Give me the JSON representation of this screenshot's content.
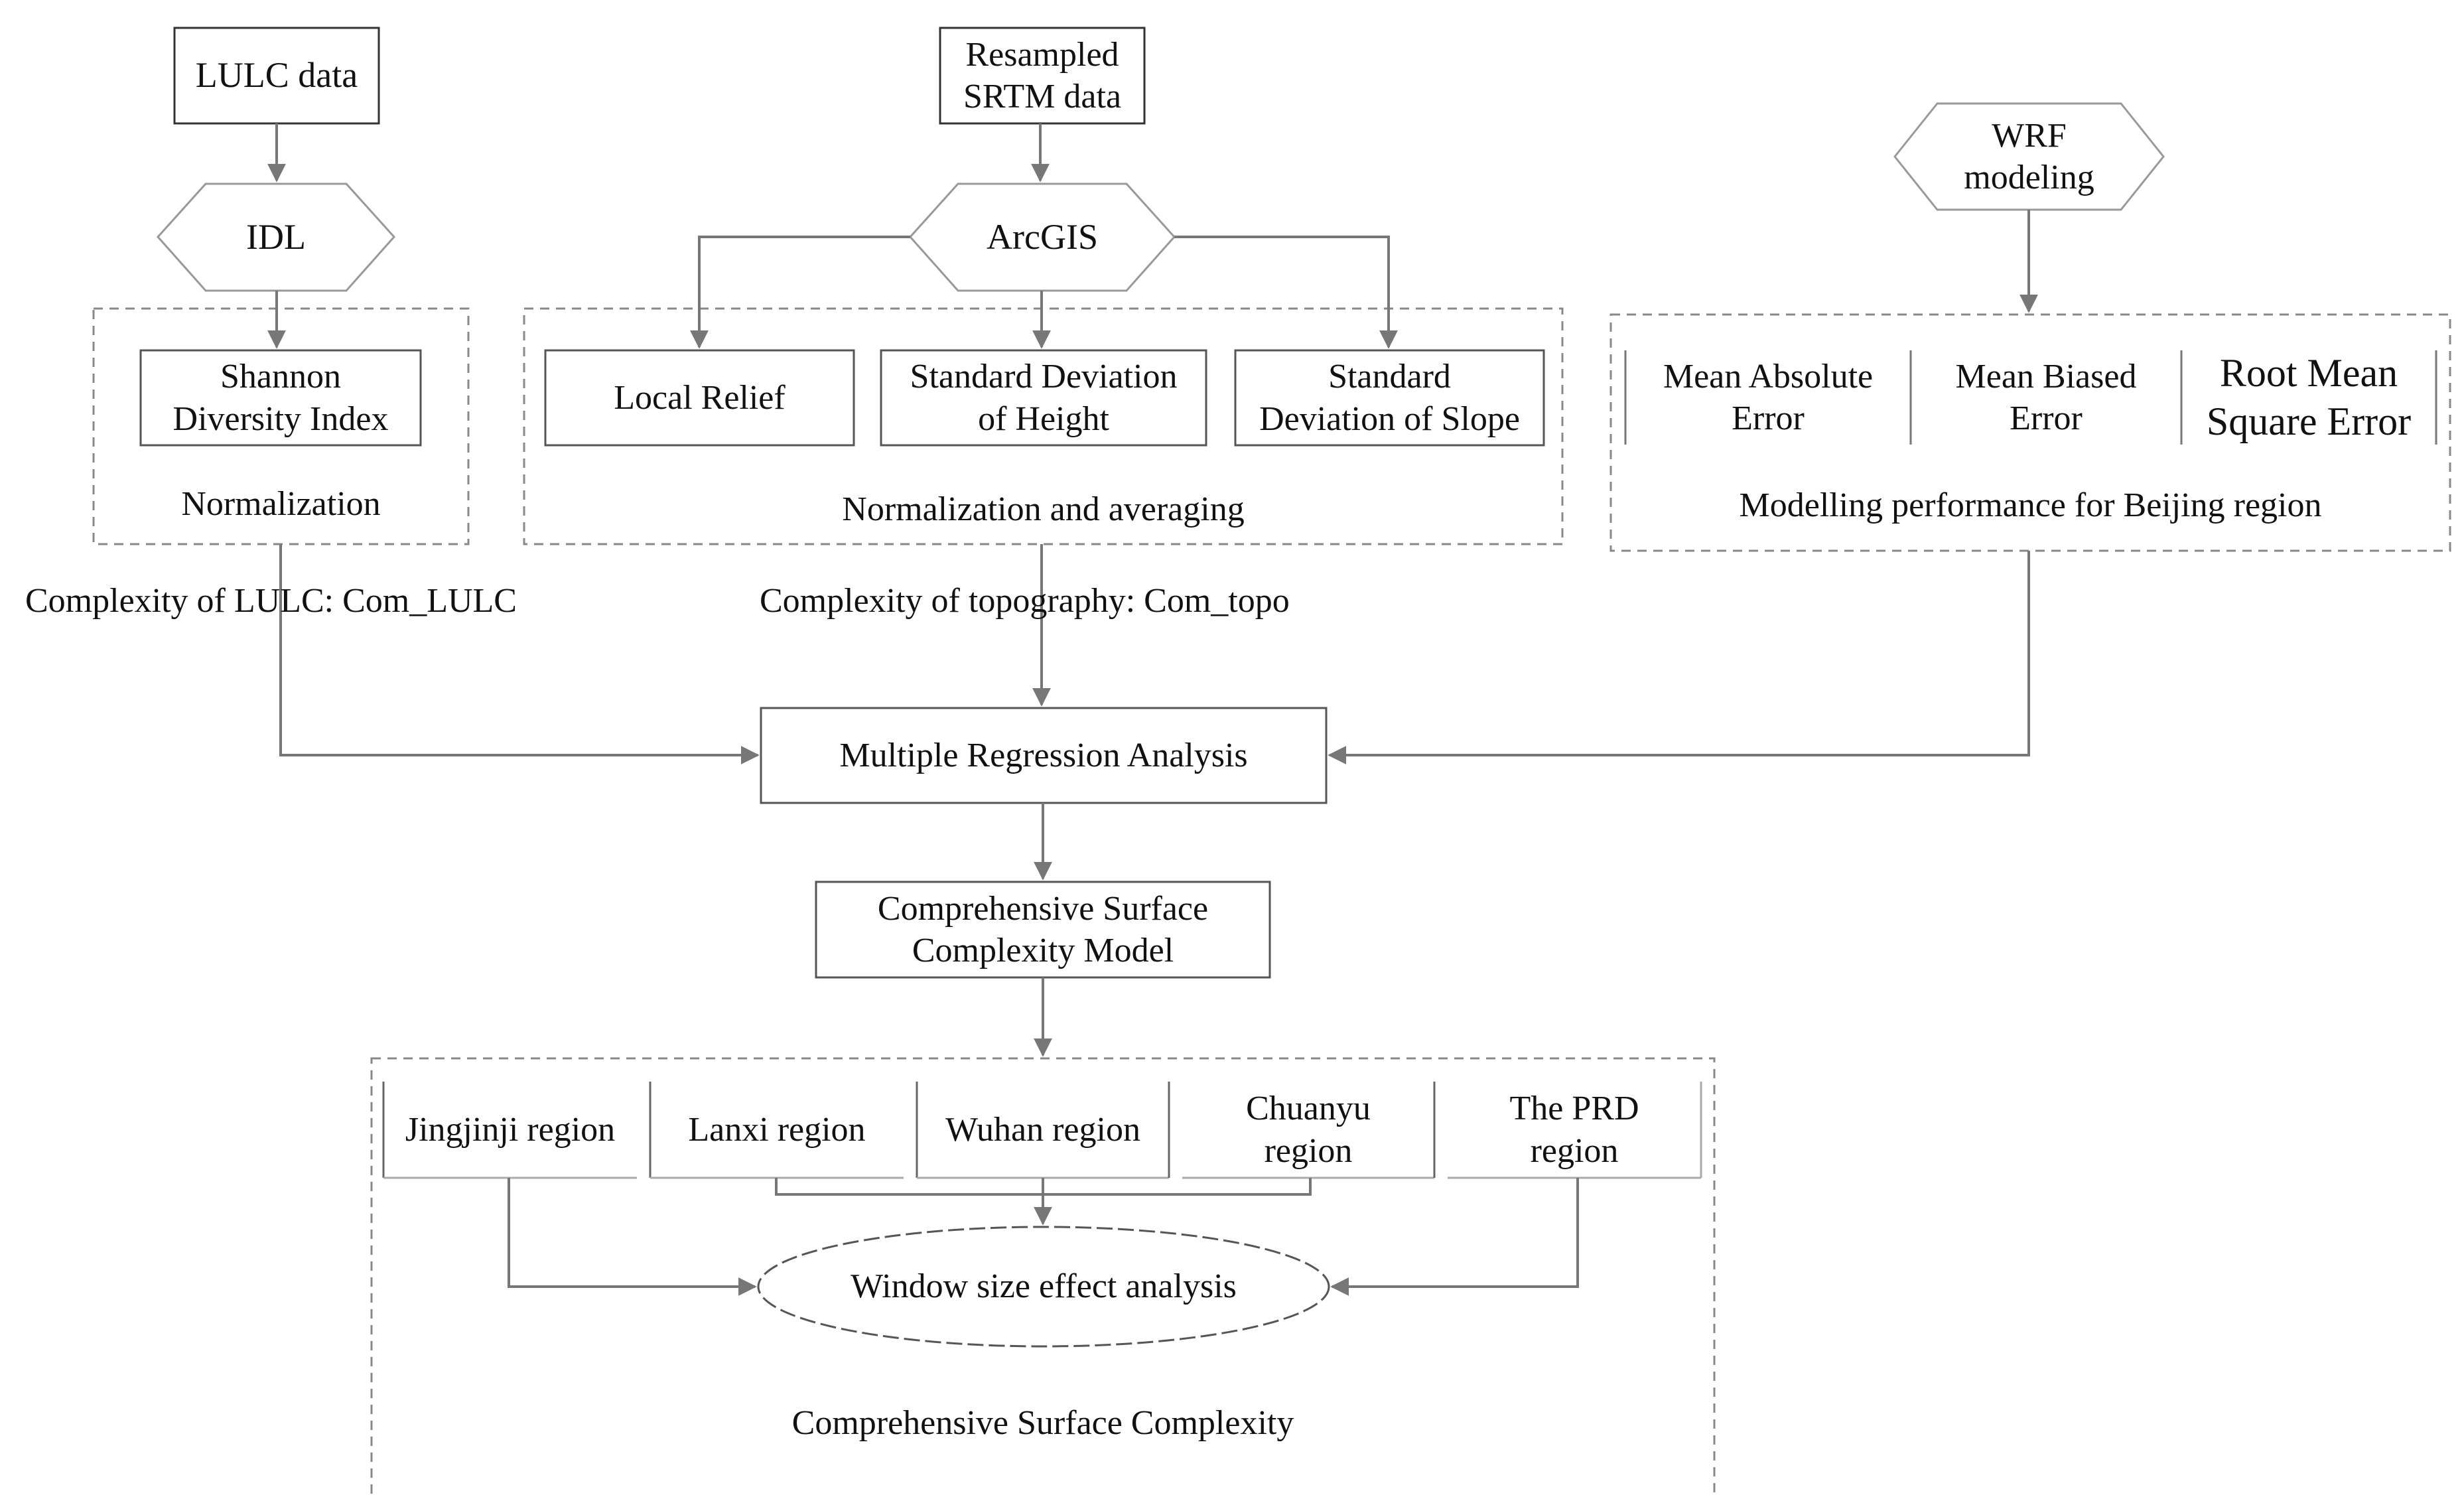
{
  "nodes": {
    "lulc_data": "LULC data",
    "srtm_data": "Resampled\nSRTM data",
    "wrf_modeling": "WRF\nmodeling",
    "idl": "IDL",
    "arcgis": "ArcGIS",
    "shannon": "Shannon\nDiversity Index",
    "local_relief": "Local Relief",
    "sd_height": "Standard Deviation\nof Height",
    "sd_slope": "Standard\nDeviation of Slope",
    "mae": "Mean Absolute\nError",
    "mbe": "Mean Biased\nError",
    "rmse": "Root Mean\nSquare Error",
    "mra": "Multiple Regression Analysis",
    "cscm": "Comprehensive Surface\nComplexity Model",
    "jingjinji": "Jingjinji region",
    "lanxi": "Lanxi region",
    "wuhan": "Wuhan region",
    "chuanyu": "Chuanyu\nregion",
    "prd": "The PRD\nregion",
    "window": "Window size effect analysis"
  },
  "groups": {
    "normalization": "Normalization",
    "norm_avg": "Normalization and averaging",
    "performance": "Modelling performance for Beijing region",
    "csc": "Comprehensive Surface Complexity"
  },
  "labels": {
    "com_lulc": "Complexity of LULC: Com_LULC",
    "com_topo": "Complexity of topography: Com_topo"
  },
  "colors": {
    "line": "#777777",
    "box": "#333333",
    "dash": "#888888"
  }
}
